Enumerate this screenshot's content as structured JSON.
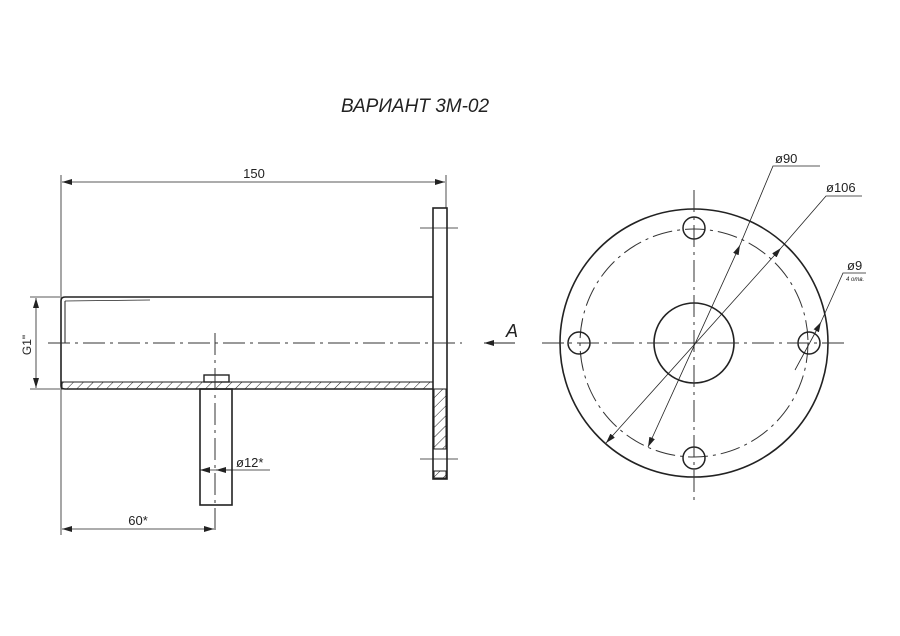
{
  "title": "ВАРИАНТ 3М-02",
  "side_view": {
    "length_dim": "150",
    "thread_dim": "G1\"",
    "stub_diameter_dim": "ø12*",
    "stub_offset_dim": "60*",
    "view_marker": "A"
  },
  "front_view": {
    "bolt_circle_dim": "ø90",
    "outer_diameter_dim": "ø106",
    "hole_dim": "ø9",
    "hole_count_note": "4 отв."
  },
  "colors": {
    "ink": "#222222",
    "paper": "#ffffff"
  }
}
